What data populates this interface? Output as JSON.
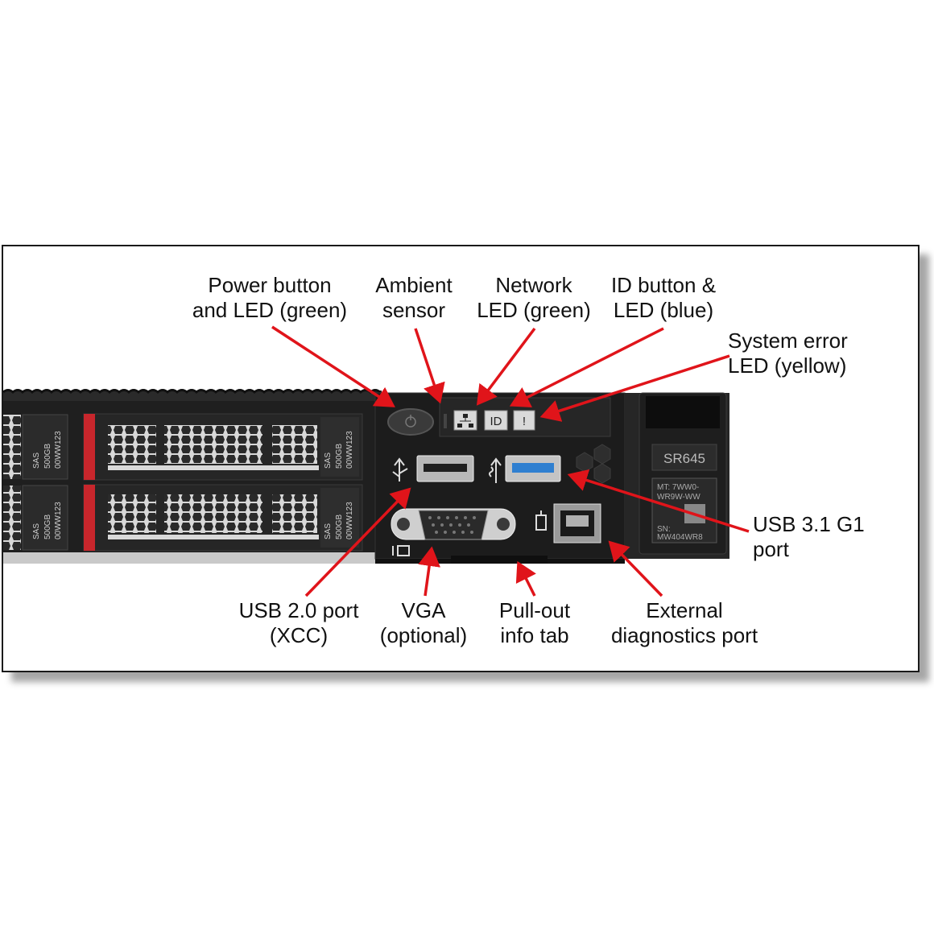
{
  "callouts": {
    "power": [
      "Power button",
      "and LED (green)"
    ],
    "ambient": [
      "Ambient",
      "sensor"
    ],
    "network": [
      "Network",
      "LED (green)"
    ],
    "id": [
      "ID button &",
      "LED (blue)"
    ],
    "syserr": [
      "System error",
      "LED (yellow)"
    ],
    "usb31": [
      "USB 3.1 G1",
      "port"
    ],
    "usb20": [
      "USB 2.0 port",
      "(XCC)"
    ],
    "vga": [
      "VGA",
      "(optional)"
    ],
    "pullout": [
      "Pull-out",
      "info tab"
    ],
    "extdiag": [
      "External",
      "diagnostics port"
    ]
  },
  "panel": {
    "id_led": "ID",
    "error_led": "!",
    "model": "SR645",
    "mt_label": "MT: 7WW0-",
    "mt_label2": "WR9W-WW",
    "sn_label": "SN:",
    "sn_value": "MW404WR8"
  },
  "drives": {
    "type": "SAS",
    "capacity": "500GB",
    "part": "00WW123"
  },
  "colors": {
    "arrow": "#e0141a",
    "chassis": "#1c1c1c",
    "drive_latch": "#c8262c",
    "usb3_blue": "#2f7fd0"
  }
}
